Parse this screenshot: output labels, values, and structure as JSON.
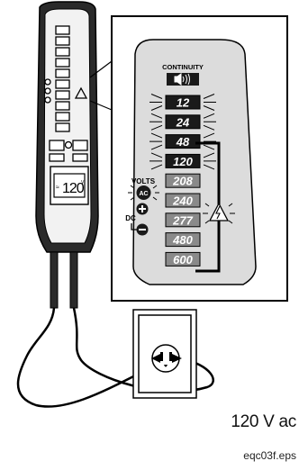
{
  "tester": {
    "display_reading": "120",
    "display_unit": "V",
    "display_prefix": "≈"
  },
  "panel": {
    "continuity_label": "CONTINUITY",
    "continuity_icon": "speaker-icon",
    "levels": [
      "12",
      "24",
      "48",
      "120",
      "208",
      "240",
      "277",
      "480",
      "600"
    ],
    "lit_levels": [
      "12",
      "24",
      "48",
      "120"
    ],
    "volts_label": "VOLTS",
    "ac_label": "AC",
    "dc_label": "DC",
    "hazard_icon": "lightning-warning-icon"
  },
  "caption": "120 V ac",
  "file_ref": "eqc03f.eps",
  "colors": {
    "ink": "#111111",
    "panel_bg": "#dcdcdc",
    "lit_bg": "#1a1a1a",
    "unlit_bg": "#8a8a8a"
  }
}
